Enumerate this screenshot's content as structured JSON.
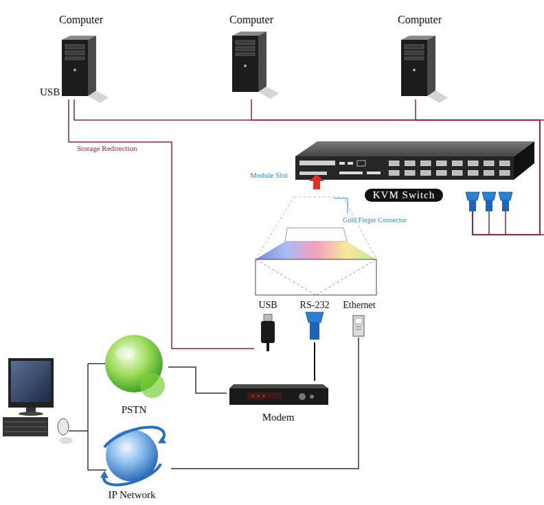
{
  "diagram": {
    "nodes": [
      {
        "text": [
          "Computer"
        ]
      },
      {
        "text": [
          "Computer"
        ]
      },
      {
        "text": [
          "Computer"
        ]
      },
      {
        "text": [
          "KVM Switch"
        ]
      },
      {
        "text": [
          "USB"
        ]
      },
      {
        "text": [
          "RS-232"
        ]
      },
      {
        "text": [
          "Ethernet"
        ]
      },
      {
        "text": [
          "PSTN"
        ]
      },
      {
        "text": [
          "Modem"
        ]
      },
      {
        "text": [
          "IP Network"
        ]
      }
    ],
    "edges": [
      {
        "from": 0,
        "to": 3,
        "arrow": "none"
      },
      {
        "from": 1,
        "to": 3,
        "arrow": "none"
      },
      {
        "from": 2,
        "to": 3,
        "arrow": "none"
      },
      {
        "from": 0,
        "to": 4,
        "label": "Storage Redirection",
        "arrow": "none"
      },
      {
        "from": 5,
        "to": 8,
        "arrow": "none"
      },
      {
        "from": 6,
        "to": 9,
        "arrow": "none"
      },
      {
        "from": 7,
        "to": 8,
        "arrow": "none"
      }
    ],
    "labels": [
      "USB",
      "Module Slot",
      "Gold Finger Connector"
    ]
  }
}
